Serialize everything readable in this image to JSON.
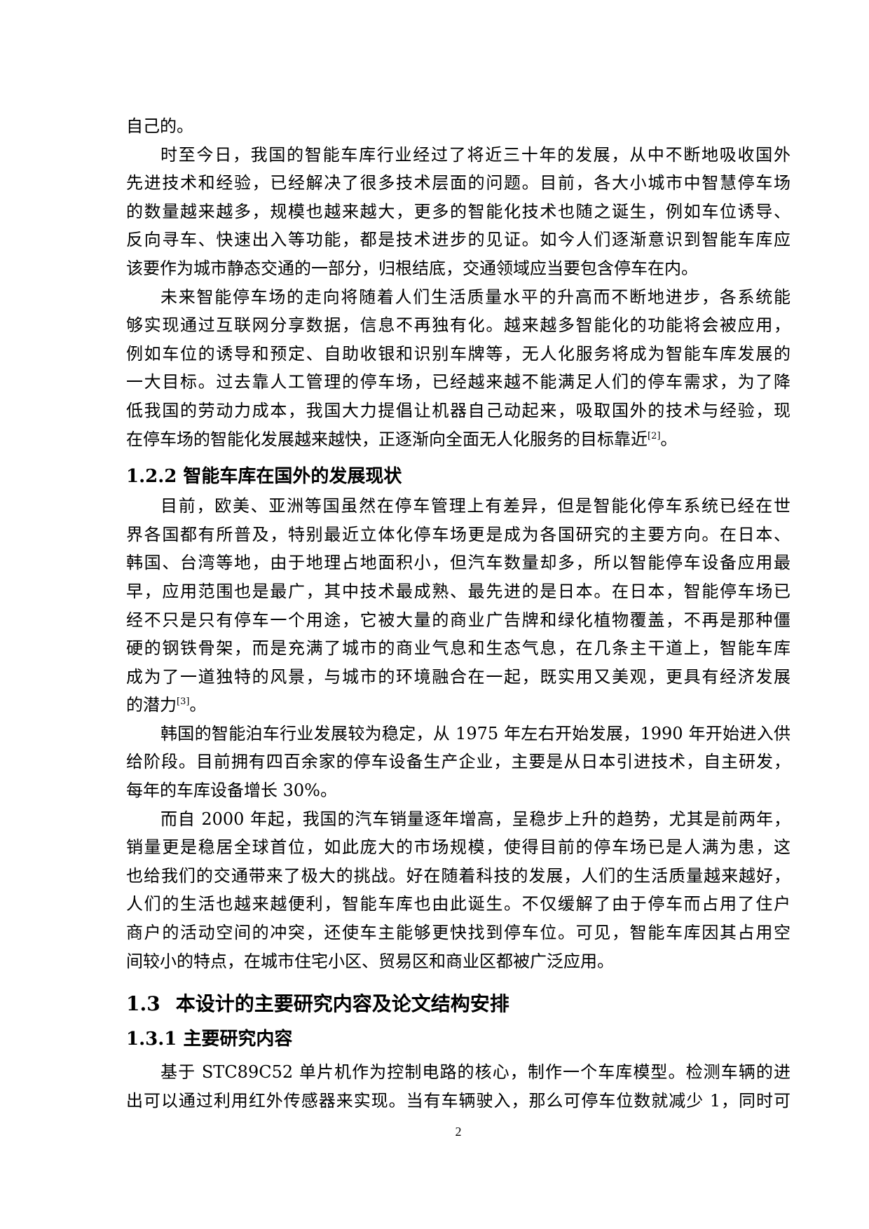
{
  "document": {
    "blocks": [
      {
        "type": "p",
        "indent": false,
        "lines": [
          "自己的。"
        ]
      },
      {
        "type": "p",
        "indent": true,
        "lines": [
          "时至今日，我国的智能车库行业经过了将近三十年的发展，从中不断地吸收国外",
          "先进技术和经验，已经解决了很多技术层面的问题。目前，各大小城市中智慧停车场",
          "的数量越来越多，规模也越来越大，更多的智能化技术也随之诞生，例如车位诱导、",
          "反向寻车、快速出入等功能，都是技术进步的见证。如今人们逐渐意识到智能车库应",
          "该要作为城市静态交通的一部分，归根结底，交通领域应当要包含停车在内。"
        ]
      },
      {
        "type": "p",
        "indent": true,
        "lines": [
          "未来智能停车场的走向将随着人们生活质量水平的升高而不断地进步，各系统能",
          "够实现通过互联网分享数据，信息不再独有化。越来越多智能化的功能将会被应用，",
          "例如车位的诱导和预定、自助收银和识别车牌等，无人化服务将成为智能车库发展的",
          "一大目标。过去靠人工管理的停车场，已经越来越不能满足人们的停车需求，为了降",
          "低我国的劳动力成本，我国大力提倡让机器自己动起来，吸取国外的技术与经验，现",
          {
            "text": "在停车场的智能化发展越来越快，正逐渐向全面无人化服务的目标靠近",
            "sup": "[2]",
            "tail": "。"
          }
        ]
      },
      {
        "type": "h3",
        "text": "1.2.2 智能车库在国外的发展现状"
      },
      {
        "type": "p",
        "indent": true,
        "lines": [
          "目前，欧美、亚洲等国虽然在停车管理上有差异，但是智能化停车系统已经在世",
          "界各国都有所普及，特别最近立体化停车场更是成为各国研究的主要方向。在日本、",
          "韩国、台湾等地，由于地理占地面积小，但汽车数量却多，所以智能停车设备应用最",
          "早，应用范围也是最广，其中技术最成熟、最先进的是日本。在日本，智能停车场已",
          "经不只是只有停车一个用途，它被大量的商业广告牌和绿化植物覆盖，不再是那种僵",
          "硬的钢铁骨架，而是充满了城市的商业气息和生态气息，在几条主干道上，智能车库",
          "成为了一道独特的风景，与城市的环境融合在一起，既实用又美观，更具有经济发展",
          {
            "text": "的潜力",
            "sup": "[3]",
            "tail": "。"
          }
        ]
      },
      {
        "type": "p",
        "indent": true,
        "lines": [
          "韩国的智能泊车行业发展较为稳定，从 1975 年左右开始发展，1990 年开始进入供",
          "给阶段。目前拥有四百余家的停车设备生产企业，主要是从日本引进技术，自主研发，",
          "每年的车库设备增长 30%。"
        ]
      },
      {
        "type": "p",
        "indent": true,
        "lines": [
          "而自 2000 年起，我国的汽车销量逐年增高，呈稳步上升的趋势，尤其是前两年，",
          "销量更是稳居全球首位，如此庞大的市场规模，使得目前的停车场已是人满为患，这",
          "也给我们的交通带来了极大的挑战。好在随着科技的发展，人们的生活质量越来越好，",
          "人们的生活也越来越便利，智能车库也由此诞生。不仅缓解了由于停车而占用了住户",
          "商户的活动空间的冲突，还使车主能够更快找到停车位。可见，智能车库因其占用空",
          "间较小的特点，在城市住宅小区、贸易区和商业区都被广泛应用。"
        ]
      },
      {
        "type": "h2",
        "num": "1.3",
        "text": "本设计的主要研究内容及论文结构安排"
      },
      {
        "type": "h3",
        "text": "1.3.1 主要研究内容"
      },
      {
        "type": "p",
        "indent": true,
        "continues": true,
        "lines": [
          "基于 STC89C52 单片机作为控制电路的核心，制作一个车库模型。检测车辆的进",
          "出可以通过利用红外传感器来实现。当有车辆驶入，那么可停车位数就减少 1，同时可"
        ]
      }
    ],
    "page_number": "2"
  }
}
